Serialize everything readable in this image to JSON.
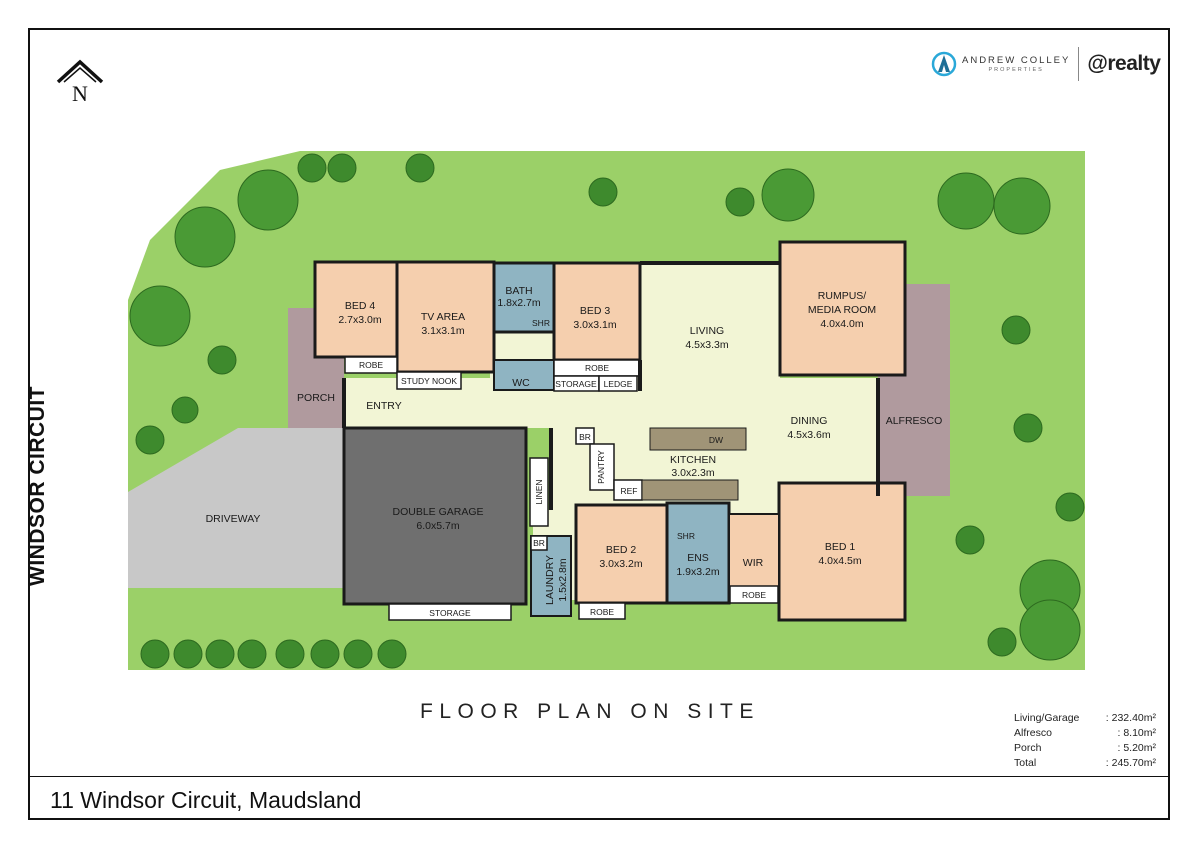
{
  "brand": {
    "agency_name": "ANDREW COLLEY",
    "agency_sub": "PROPERTIES",
    "realty_name": "@realty"
  },
  "compass": {
    "label": "N"
  },
  "street_label": "WINDSOR CIRCUIT",
  "rooms": {
    "bed4": {
      "name": "BED 4",
      "size": "2.7x3.0m"
    },
    "tv_area": {
      "name": "TV AREA",
      "size": "3.1x3.1m"
    },
    "bath": {
      "name": "BATH",
      "size": "1.8x2.7m"
    },
    "bath_shr": "SHR",
    "bed3": {
      "name": "BED 3",
      "size": "3.0x3.1m"
    },
    "living": {
      "name": "LIVING",
      "size": "4.5x3.3m"
    },
    "rumpus": {
      "name": "RUMPUS/",
      "name2": "MEDIA ROOM",
      "size": "4.0x4.0m"
    },
    "dining": {
      "name": "DINING",
      "size": "4.5x3.6m"
    },
    "kitchen": {
      "name": "KITCHEN",
      "size": "3.0x2.3m"
    },
    "garage": {
      "name": "DOUBLE GARAGE",
      "size": "6.0x5.7m"
    },
    "bed2": {
      "name": "BED 2",
      "size": "3.0x3.2m"
    },
    "ens": {
      "name": "ENS",
      "size": "1.9x3.2m"
    },
    "ens_shr": "SHR",
    "bed1": {
      "name": "BED 1",
      "size": "4.0x4.5m"
    },
    "laundry": {
      "name": "LAUNDRY",
      "size": "1.5x2.8m"
    }
  },
  "small_labels": {
    "robe": "ROBE",
    "study_nook": "STUDY NOOK",
    "wc": "WC",
    "storage": "STORAGE",
    "ledge": "LEDGE",
    "porch": "PORCH",
    "entry": "ENTRY",
    "alfresco": "ALFRESCO",
    "driveway": "DRIVEWAY",
    "linen": "LINEN",
    "br": "BR",
    "pantry": "PANTRY",
    "ref": "REF",
    "dw": "DW",
    "wir": "WIR"
  },
  "title": "FLOOR PLAN ON SITE",
  "areas": [
    {
      "label": "Living/Garage",
      "value": ": 232.40m²"
    },
    {
      "label": "Alfresco",
      "value": ":      8.10m²"
    },
    {
      "label": "Porch",
      "value": ":      5.20m²"
    },
    {
      "label": "Total",
      "value": ": 245.70m²"
    }
  ],
  "address": "11 Windsor Circuit, Maudsland",
  "colors": {
    "lawn": "#9bd068",
    "bedroom": "#f5cfae",
    "living": "#f2f5d5",
    "garage": "#6f6f6f",
    "wet": "#8fb4c2",
    "driveway": "#c8c8c8",
    "porch": "#b09a9e",
    "wall": "#1a1a1a"
  }
}
